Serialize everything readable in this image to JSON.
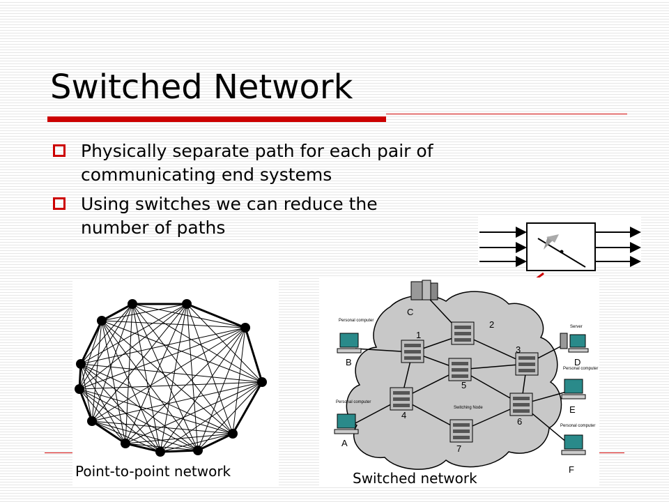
{
  "slide": {
    "title": "Switched Network",
    "bullets": [
      "Physically separate path for each pair of communicating end systems",
      "Using switches we can reduce the number of paths"
    ]
  },
  "captions": {
    "p2p": "Point-to-point network",
    "switched": "Switched network"
  },
  "switched_diagram": {
    "nodes": [
      "1",
      "2",
      "3",
      "4",
      "5",
      "6",
      "7"
    ],
    "hosts": [
      "A",
      "B",
      "C",
      "D",
      "E",
      "F"
    ],
    "device_labels": [
      "Personal computer",
      "Personal computer",
      "Server",
      "Personal computer",
      "Personal computer"
    ],
    "switching_node_label": "Switching Node"
  },
  "colors": {
    "accent": "#cc0000",
    "cloud": "#c8c8c8",
    "switch_body": "#bfbfbf"
  }
}
